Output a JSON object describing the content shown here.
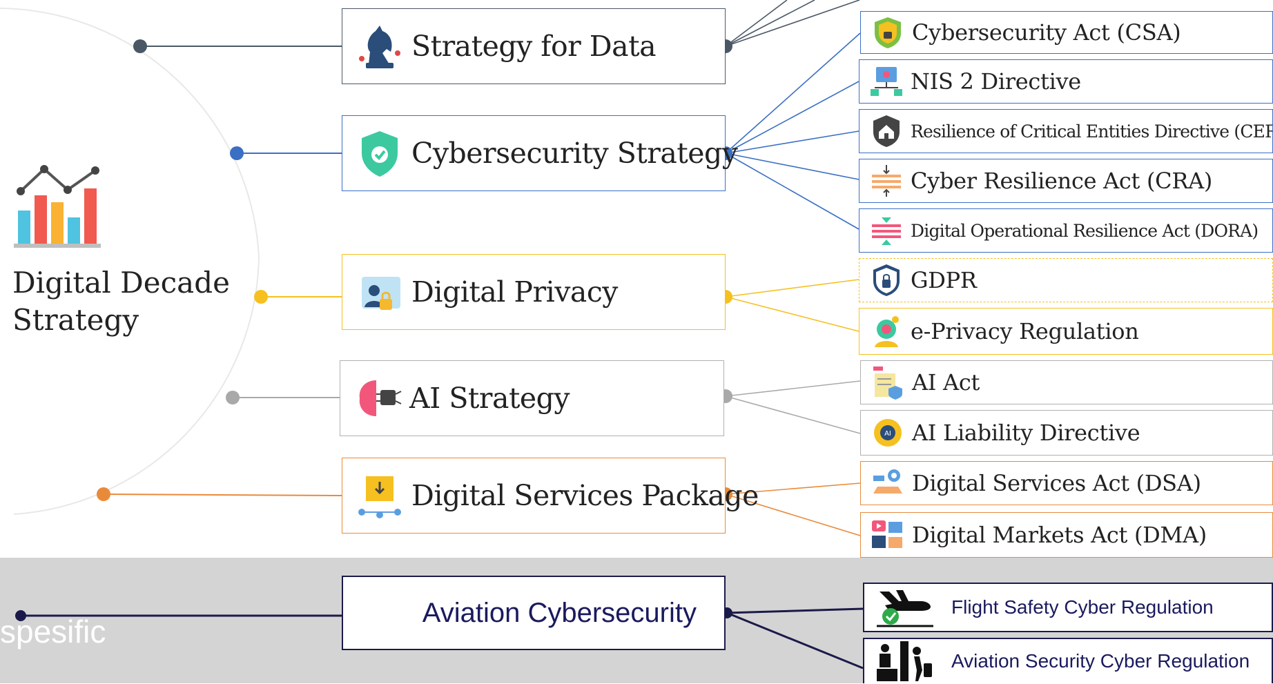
{
  "colors": {
    "dark": "#4a5866",
    "blue": "#3a6fc4",
    "yellow": "#f5c020",
    "gray": "#a9a9a9",
    "orange": "#e98a3a",
    "navy": "#1a1a4a",
    "band": "#d4d4d4"
  },
  "root": {
    "title_line1": "Digital Decade",
    "title_line2": "Strategy",
    "icon": "bar-chart-icon"
  },
  "branches": [
    {
      "id": "data",
      "label": "Strategy for Data",
      "icon": "chess-knight-icon",
      "color": "#4a5866"
    },
    {
      "id": "cyber",
      "label": "Cybersecurity  Strategy",
      "icon": "shield-check-icon",
      "color": "#3a6fc4"
    },
    {
      "id": "privacy",
      "label": "Digital Privacy",
      "icon": "privacy-lock-icon",
      "color": "#f5c020"
    },
    {
      "id": "ai",
      "label": "AI Strategy",
      "icon": "brain-chip-icon",
      "color": "#a9a9a9"
    },
    {
      "id": "dsp",
      "label": "Digital Services  Package",
      "icon": "download-package-icon",
      "color": "#e98a3a"
    }
  ],
  "leaves": [
    {
      "label": "Cybersecurity Act (CSA)",
      "icon": "shield-lock-icon",
      "branch": "cyber"
    },
    {
      "label": "NIS 2 Directive",
      "icon": "network-monitor-icon",
      "branch": "cyber"
    },
    {
      "label": "Resilience of Critical Entities Directive (CER)",
      "icon": "house-shield-icon",
      "branch": "cyber"
    },
    {
      "label": "Cyber Resilience Act (CRA)",
      "icon": "compress-arrows-icon",
      "branch": "cyber"
    },
    {
      "label": "Digital Operational Resilience Act (DORA)",
      "icon": "resilience-arrows-icon",
      "branch": "cyber"
    },
    {
      "label": "GDPR",
      "icon": "gdpr-shield-icon",
      "branch": "privacy"
    },
    {
      "label": "e-Privacy Regulation",
      "icon": "privacy-badge-icon",
      "branch": "privacy"
    },
    {
      "label": "AI Act",
      "icon": "ai-document-icon",
      "branch": "ai"
    },
    {
      "label": "AI Liability Directive",
      "icon": "ai-head-icon",
      "branch": "ai"
    },
    {
      "label": "Digital Services Act (DSA)",
      "icon": "services-gear-icon",
      "branch": "dsp"
    },
    {
      "label": "Digital Markets Act (DMA)",
      "icon": "markets-media-icon",
      "branch": "dsp"
    }
  ],
  "aviation": {
    "label": "Aviation Cybersecurity",
    "band_text": "spesific",
    "leaves": [
      {
        "label": "Flight Safety Cyber Regulation",
        "icon": "airplane-check-icon"
      },
      {
        "label": "Aviation Security Cyber Regulation",
        "icon": "airport-security-icon"
      }
    ]
  }
}
